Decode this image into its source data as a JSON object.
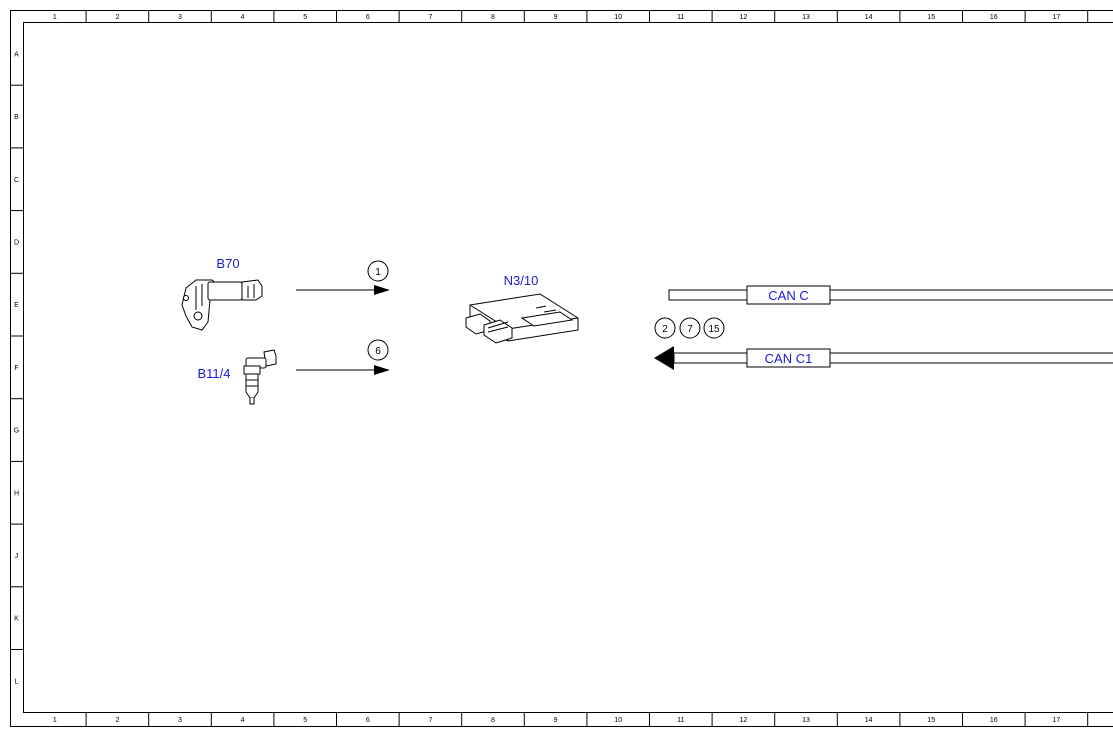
{
  "ruler": {
    "columns": [
      "1",
      "2",
      "3",
      "4",
      "5",
      "6",
      "7",
      "8",
      "9",
      "10",
      "11",
      "12",
      "13",
      "14",
      "15",
      "16",
      "17"
    ],
    "rows": [
      "A",
      "B",
      "C",
      "D",
      "E",
      "F",
      "G",
      "H",
      "J",
      "K",
      "L"
    ]
  },
  "components": {
    "b70": "B70",
    "b11_4": "B11/4",
    "n3_10": "N3/10"
  },
  "markers": {
    "m1": "1",
    "m6": "6",
    "m2": "2",
    "m7": "7",
    "m15": "15"
  },
  "buses": {
    "can_c": "CAN C",
    "can_c1": "CAN C1"
  },
  "colors": {
    "label_blue": "#1a1ad6",
    "line": "#000000",
    "background": "#ffffff"
  }
}
